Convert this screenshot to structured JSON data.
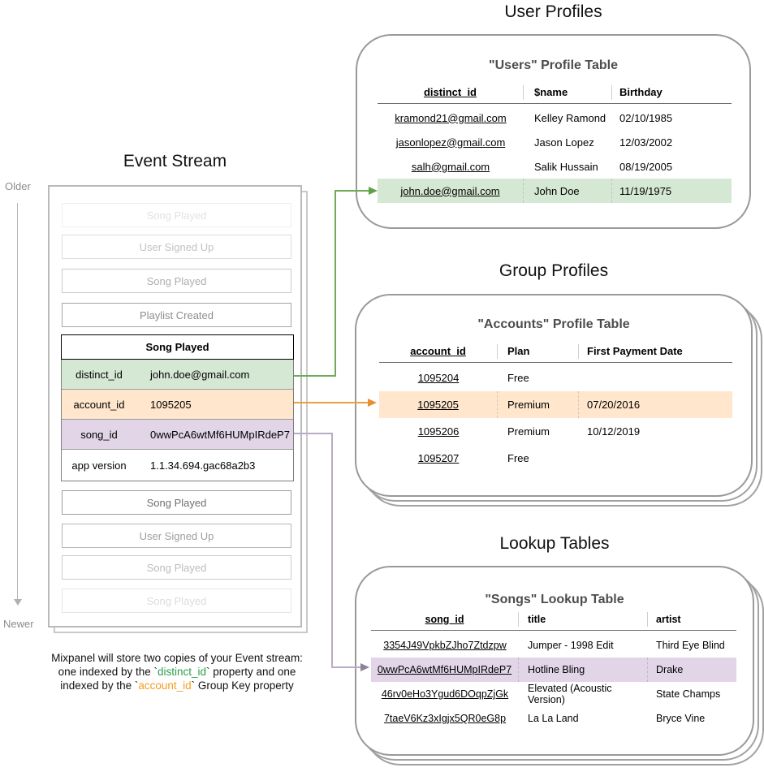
{
  "event_stream": {
    "title": "Event Stream",
    "older_label": "Older",
    "newer_label": "Newer",
    "events_before": [
      "Song Played",
      "User Signed Up",
      "Song Played",
      "Playlist Created"
    ],
    "event_detail": {
      "title": "Song Played",
      "properties": [
        {
          "key": "distinct_id",
          "value": "john.doe@gmail.com"
        },
        {
          "key": "account_id",
          "value": "1095205"
        },
        {
          "key": "song_id",
          "value": "0wwPcA6wtMf6HUMpIRdeP7"
        },
        {
          "key": "app version",
          "value": "1.1.34.694.gac68a2b3"
        }
      ]
    },
    "events_after": [
      "Song Played",
      "User Signed Up",
      "Song Played",
      "Song Played"
    ],
    "caption": {
      "line1": "Mixpanel will store two copies of your Event stream:",
      "line2_pre": "one indexed by the `",
      "line2_key": "distinct_id",
      "line2_post": "` property and one",
      "line3_pre": "indexed by the `",
      "line3_key": "account_id",
      "line3_post": "` Group Key property"
    }
  },
  "user_profiles": {
    "section_title": "User Profiles",
    "table_title": "\"Users\" Profile Table",
    "headers": [
      "distinct_id",
      "$name",
      "Birthday"
    ],
    "rows": [
      {
        "id": "kramond21@gmail.com",
        "name": "Kelley Ramond",
        "birthday": "02/10/1985"
      },
      {
        "id": "jasonlopez@gmail.com",
        "name": "Jason Lopez",
        "birthday": "12/03/2002"
      },
      {
        "id": "salh@gmail.com",
        "name": "Salik Hussain",
        "birthday": "08/19/2005"
      },
      {
        "id": "john.doe@gmail.com",
        "name": "John Doe",
        "birthday": "11/19/1975"
      }
    ],
    "highlighted_row": 3
  },
  "group_profiles": {
    "section_title": "Group Profiles",
    "table_title": "\"Accounts\" Profile Table",
    "headers": [
      "account_id",
      "Plan",
      "First Payment Date"
    ],
    "rows": [
      {
        "id": "1095204",
        "plan": "Free",
        "first_payment": ""
      },
      {
        "id": "1095205",
        "plan": "Premium",
        "first_payment": "07/20/2016"
      },
      {
        "id": "1095206",
        "plan": "Premium",
        "first_payment": "10/12/2019"
      },
      {
        "id": "1095207",
        "plan": "Free",
        "first_payment": ""
      }
    ],
    "highlighted_row": 1
  },
  "lookup_tables": {
    "section_title": "Lookup Tables",
    "table_title": "\"Songs\" Lookup Table",
    "headers": [
      "song_id",
      "title",
      "artist"
    ],
    "rows": [
      {
        "id": "3354J49VpkbZJho7Ztdzpw",
        "title": "Jumper - 1998 Edit",
        "artist": "Third Eye Blind"
      },
      {
        "id": "0wwPcA6wtMf6HUMpIRdeP7",
        "title": "Hotline Bling",
        "artist": "Drake"
      },
      {
        "id": "46rv0eHo3Ygud6DOqpZjGk",
        "title": "Elevated (Acoustic Version)",
        "artist": "State Champs"
      },
      {
        "id": "7taeV6Kz3xIgjx5QR0eG8p",
        "title": "La La Land",
        "artist": "Bryce Vine"
      }
    ],
    "highlighted_row": 1
  },
  "colors": {
    "green_fill": "#d5e8d4",
    "orange_fill": "#ffe6cc",
    "purple_fill": "#e1d5e7",
    "green_accent": "#6faa58",
    "orange_accent": "#eb9e43",
    "purple_accent": "#9e8fa8",
    "caption_green": "#2ba14a",
    "caption_orange": "#f59d22"
  }
}
